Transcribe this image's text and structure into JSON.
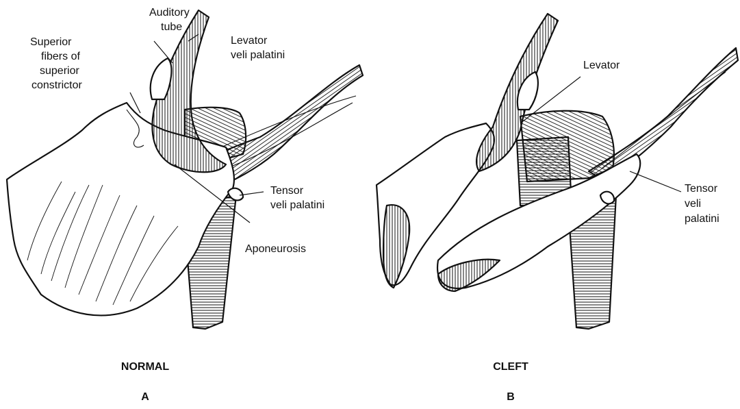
{
  "panel_a": {
    "labels": {
      "auditory_tube": [
        "Auditory",
        "tube"
      ],
      "superior_fibers": [
        "Superior",
        "fibers of",
        "superior",
        "constrictor"
      ],
      "levator": [
        "Levator",
        "veli palatini"
      ],
      "tensor": [
        "Tensor",
        "veli palatini"
      ],
      "aponeurosis": "Aponeurosis"
    },
    "caption": "NORMAL",
    "letter": "A"
  },
  "panel_b": {
    "labels": {
      "levator": "Levator",
      "tensor": [
        "Tensor",
        "veli",
        "palatini"
      ]
    },
    "caption": "CLEFT",
    "letter": "B"
  }
}
